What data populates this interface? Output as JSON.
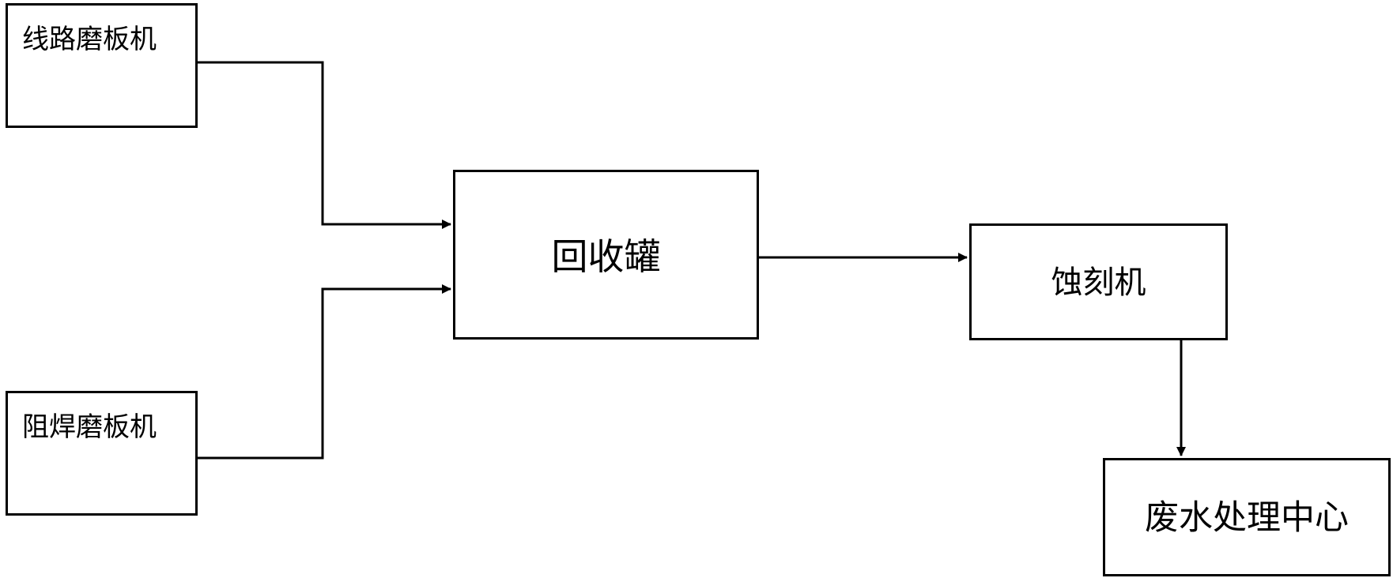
{
  "diagram": {
    "nodes": {
      "line_grinder": "线路磨板机",
      "mask_grinder": "阻焊磨板机",
      "recovery_tank": "回收罐",
      "etching_machine": "蚀刻机",
      "wastewater_center": "废水处理中心"
    },
    "edges": [
      {
        "from": "线路磨板机",
        "to": "回收罐"
      },
      {
        "from": "阻焊磨板机",
        "to": "回收罐"
      },
      {
        "from": "回收罐",
        "to": "蚀刻机"
      },
      {
        "from": "蚀刻机",
        "to": "废水处理中心"
      }
    ],
    "colors": {
      "line": "#000000",
      "background": "#ffffff"
    }
  }
}
